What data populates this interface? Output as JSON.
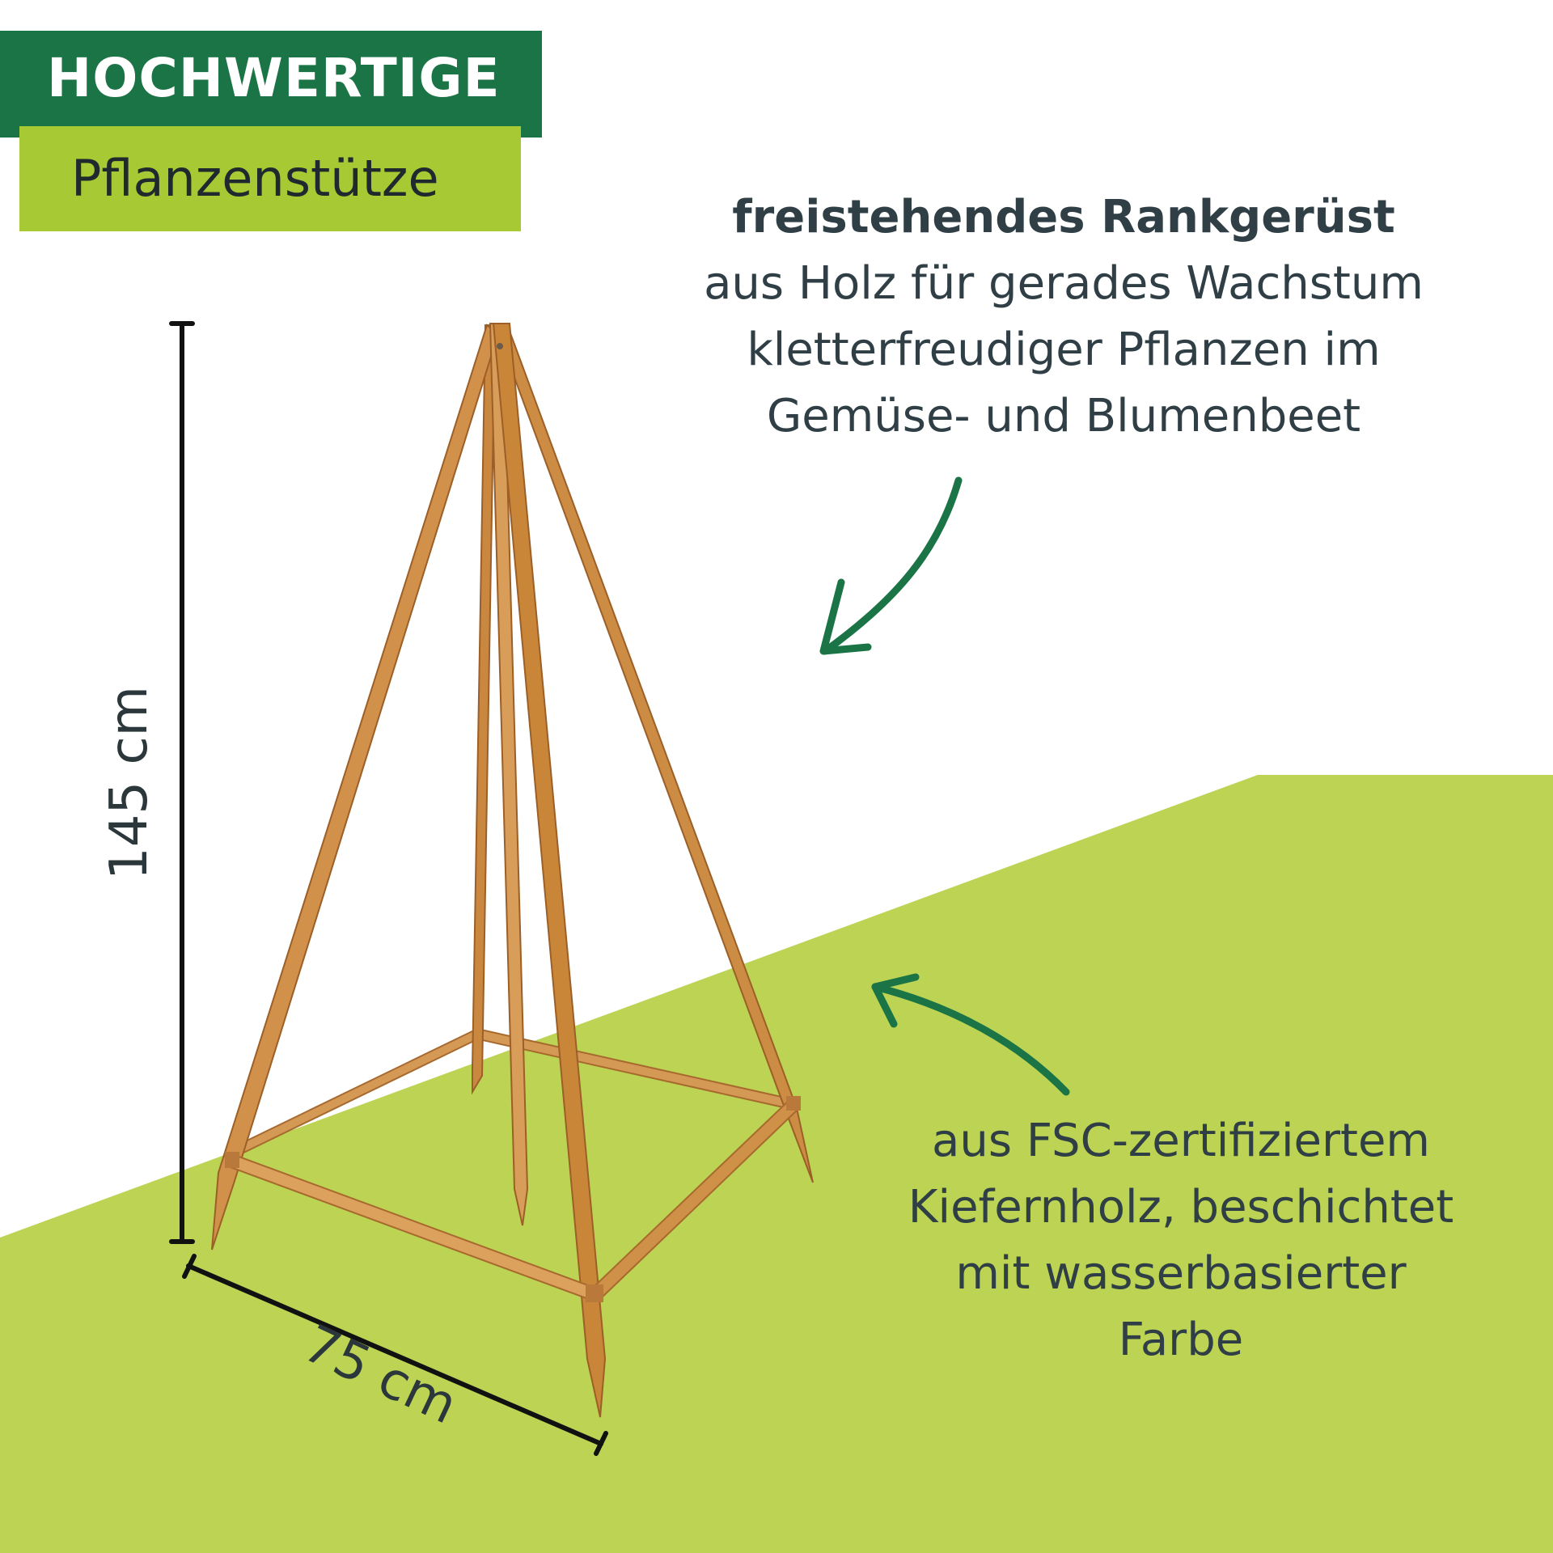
{
  "header": {
    "title": "HOCHWERTIGE",
    "subtitle": "Pflanzenstütze"
  },
  "feature_top": {
    "headline": "freistehendes Rankgerüst",
    "lines": [
      "aus Holz für gerades Wachstum",
      "kletterfreudiger Pflanzen im",
      "Gemüse- und Blumenbeet"
    ]
  },
  "feature_bottom": {
    "lines": [
      "aus FSC-zertifiziertem",
      "Kiefernholz, beschichtet",
      "mit wasserbasierter",
      "Farbe"
    ]
  },
  "dimensions": {
    "height": "145 cm",
    "width": "75 cm"
  },
  "colors": {
    "dark_green": "#1a7446",
    "light_green": "#a7c933",
    "ground_green": "#bcd354",
    "wood": "#c98a45",
    "text": "#2f3f45"
  }
}
